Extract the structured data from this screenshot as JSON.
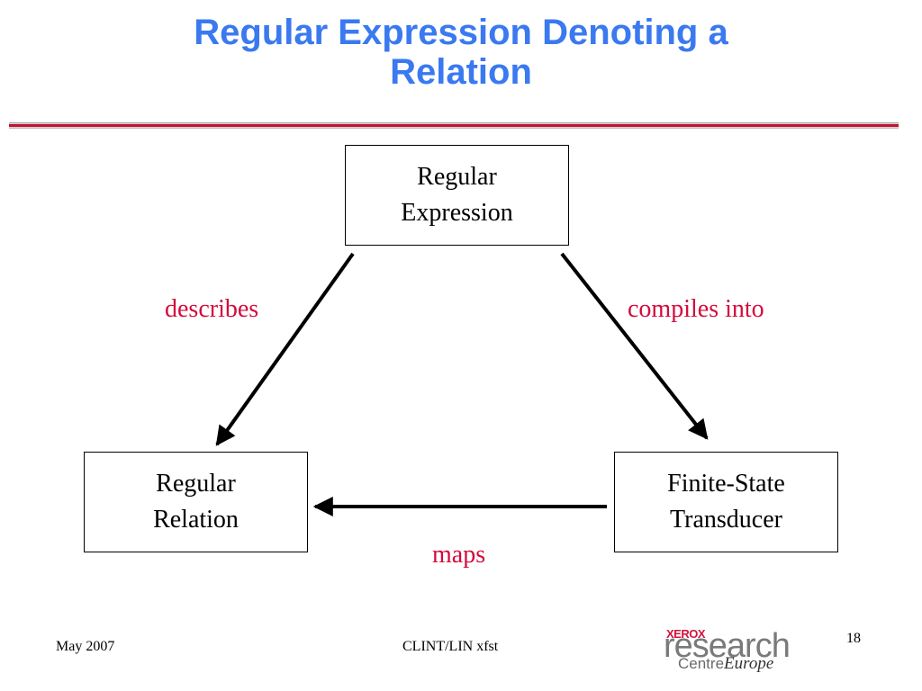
{
  "slide": {
    "title_line1": "Regular Expression Denoting a",
    "title_line2": "Relation"
  },
  "diagram": {
    "nodes": {
      "regular_expression": {
        "line1": "Regular",
        "line2": "Expression"
      },
      "regular_relation": {
        "line1": "Regular",
        "line2": "Relation"
      },
      "fst": {
        "line1": "Finite-State",
        "line2": "Transducer"
      }
    },
    "edges": {
      "describes": "describes",
      "compiles_into": "compiles into",
      "maps": "maps"
    },
    "colors": {
      "title": "#3a79f0",
      "edge_label": "#d40a3c",
      "rule_accent": "#c8102e"
    }
  },
  "footer": {
    "date": "May 2007",
    "title": "CLINT/LIN xfst",
    "page": "18",
    "logo": {
      "brand": "XEROX",
      "word": "research",
      "centre": "Centre",
      "region": "Europe"
    }
  }
}
